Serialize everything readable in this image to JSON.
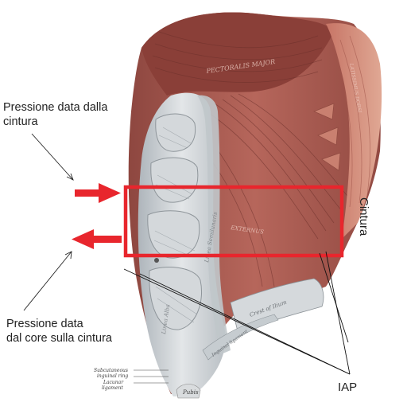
{
  "labels": {
    "left_top_line1": "Pressione data dalla",
    "left_top_line2": "cintura",
    "left_bottom_line1": "Pressione data",
    "left_bottom_line2": "dal core sulla cintura",
    "belt": "Cintura",
    "iap": "IAP"
  },
  "anatomy_text": {
    "pectoralis": "PECTORALIS MAJOR",
    "externus": "EXTERNUS",
    "semilunaris": "Linea Semilunaris",
    "linea_alba": "Linea Alba",
    "crest": "Crest of Ilium",
    "inguinal": "Inguinal ligament",
    "subcut_line1": "Subcutaneous",
    "subcut_line2": "inguinal ring",
    "lacunar_line1": "Lacunar",
    "lacunar_line2": "ligament",
    "pubis": "Pubis",
    "latissimus": "LATISSIMUS DORSI"
  },
  "colors": {
    "belt_box": "#e8262d",
    "arrow": "#e8262d",
    "muscle_red": "#a8574e",
    "muscle_dark": "#7d3a34",
    "sheath": "#cdd2d6"
  }
}
